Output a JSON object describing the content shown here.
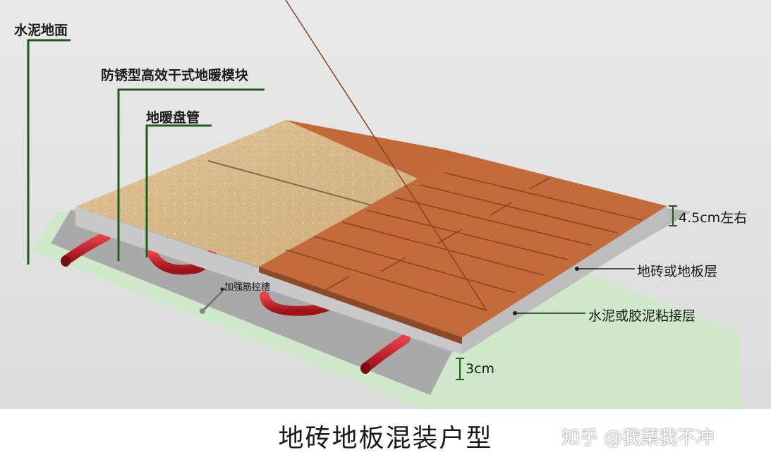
{
  "labels": {
    "cement_floor": "水泥地面",
    "heating_module": "防锈型高效干式地暖模块",
    "heating_pipe": "地暖盘管",
    "rebar_groove": "加强筋控槽",
    "thickness_top": "4.5cm左右",
    "tile_layer": "地砖或地板层",
    "adhesive_layer": "水泥或胶泥粘接层",
    "thickness_bottom": "3cm"
  },
  "caption": "地砖地板混装户型",
  "watermark": "知乎 @我菜我不冲",
  "colors": {
    "leader_green": "#1f5a1f",
    "pipe_red": "#c62127",
    "wood": "#c2693a",
    "tile": "#d8bb8a",
    "module_grey": "#9a9a9a",
    "ground_green": "#cfe8c9"
  }
}
